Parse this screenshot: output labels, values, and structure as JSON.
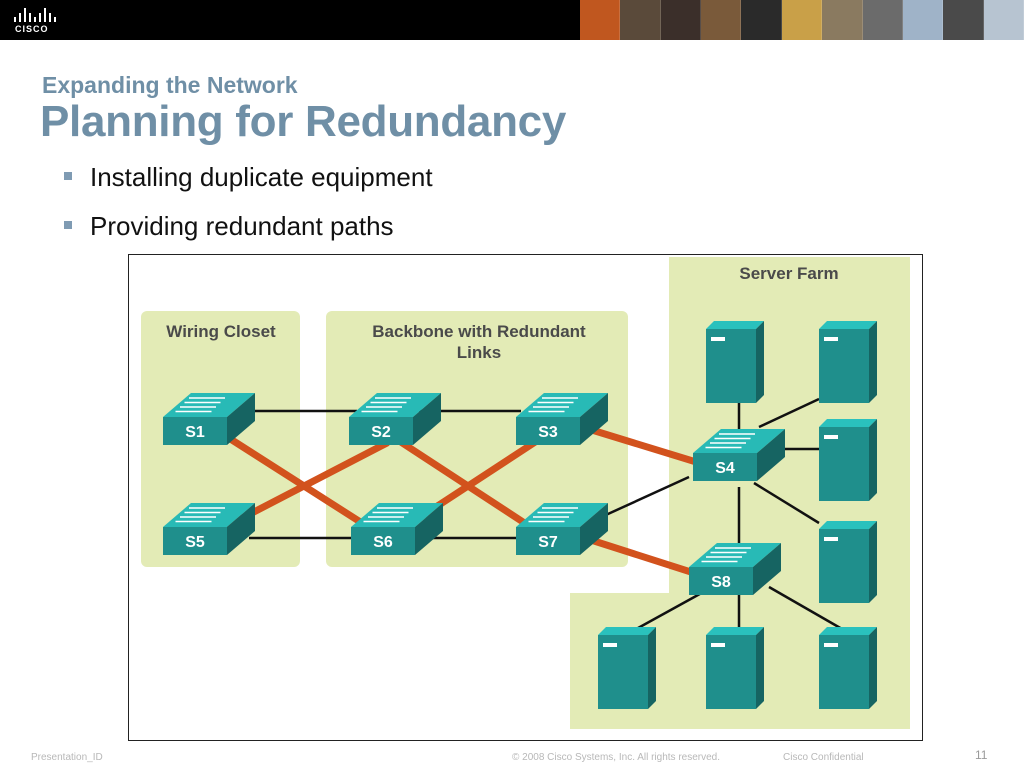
{
  "header": {
    "logo_text": "CISCO",
    "photo_colors": [
      "#c0571f",
      "#5a4a3a",
      "#3b2f2a",
      "#7a5a3a",
      "#2a2a2a",
      "#c9a048",
      "#8a7a60",
      "#6b6b6b",
      "#9fb3c8",
      "#4a4a4a",
      "#b7c4d1"
    ]
  },
  "slide": {
    "subtitle": "Expanding the Network",
    "title": "Planning for Redundancy",
    "bullets": [
      "Installing duplicate equipment",
      "Providing redundant paths"
    ]
  },
  "diagram": {
    "zones": {
      "wiring_closet": "Wiring Closet",
      "backbone_line1": "Backbone with Redundant",
      "backbone_line2": "Links",
      "server_farm": "Server Farm"
    },
    "switches": [
      "S1",
      "S2",
      "S3",
      "S4",
      "S5",
      "S6",
      "S7",
      "S8"
    ],
    "colors": {
      "zone": "#e3ebb6",
      "switch": "#1f8f8c",
      "redundant_link": "#d2521d",
      "link": "#111111"
    }
  },
  "footer": {
    "presentation_id": "Presentation_ID",
    "copyright": "© 2008 Cisco Systems, Inc. All rights reserved.",
    "confidential": "Cisco Confidential",
    "page_number": "11"
  }
}
